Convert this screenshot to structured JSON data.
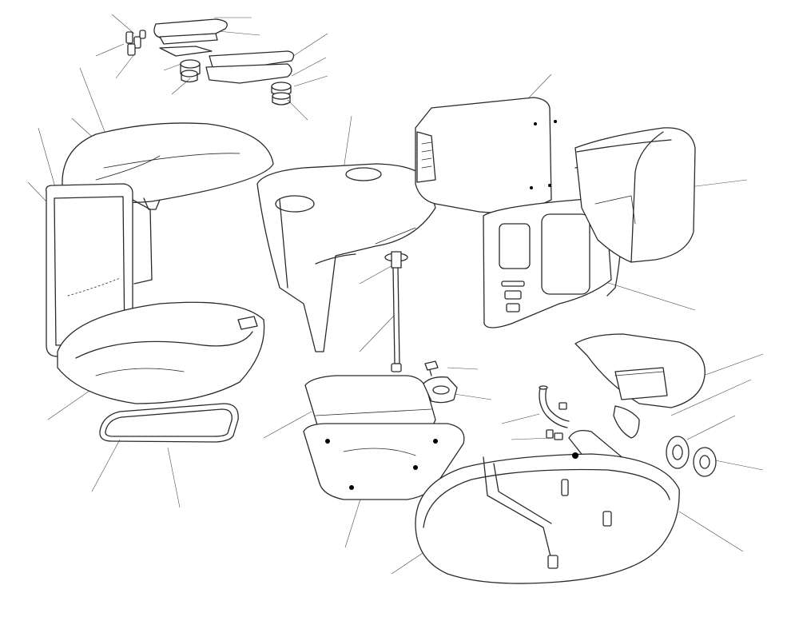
{
  "figure": {
    "style": "exploded-assembly line drawing",
    "line_color": "#2a2a2a",
    "background_color": "#ffffff",
    "parts": [
      {
        "id": "pinch-valve-arm-assembly"
      },
      {
        "id": "domed-top-cover"
      },
      {
        "id": "front-window-frame"
      },
      {
        "id": "curved-base-bowl"
      },
      {
        "id": "base-gasket"
      },
      {
        "id": "center-top-housing"
      },
      {
        "id": "stem-valve"
      },
      {
        "id": "rear-curved-panel"
      },
      {
        "id": "front-control-panel"
      },
      {
        "id": "water-tank"
      },
      {
        "id": "heater-plate-lid"
      },
      {
        "id": "heater-tray"
      },
      {
        "id": "small-clip"
      },
      {
        "id": "pump-block"
      },
      {
        "id": "upper-base-shell"
      },
      {
        "id": "tube-elbow"
      },
      {
        "id": "motor-cylinder"
      },
      {
        "id": "roller-pair"
      },
      {
        "id": "oval-base-plate"
      }
    ],
    "leader_line_count": 36
  }
}
